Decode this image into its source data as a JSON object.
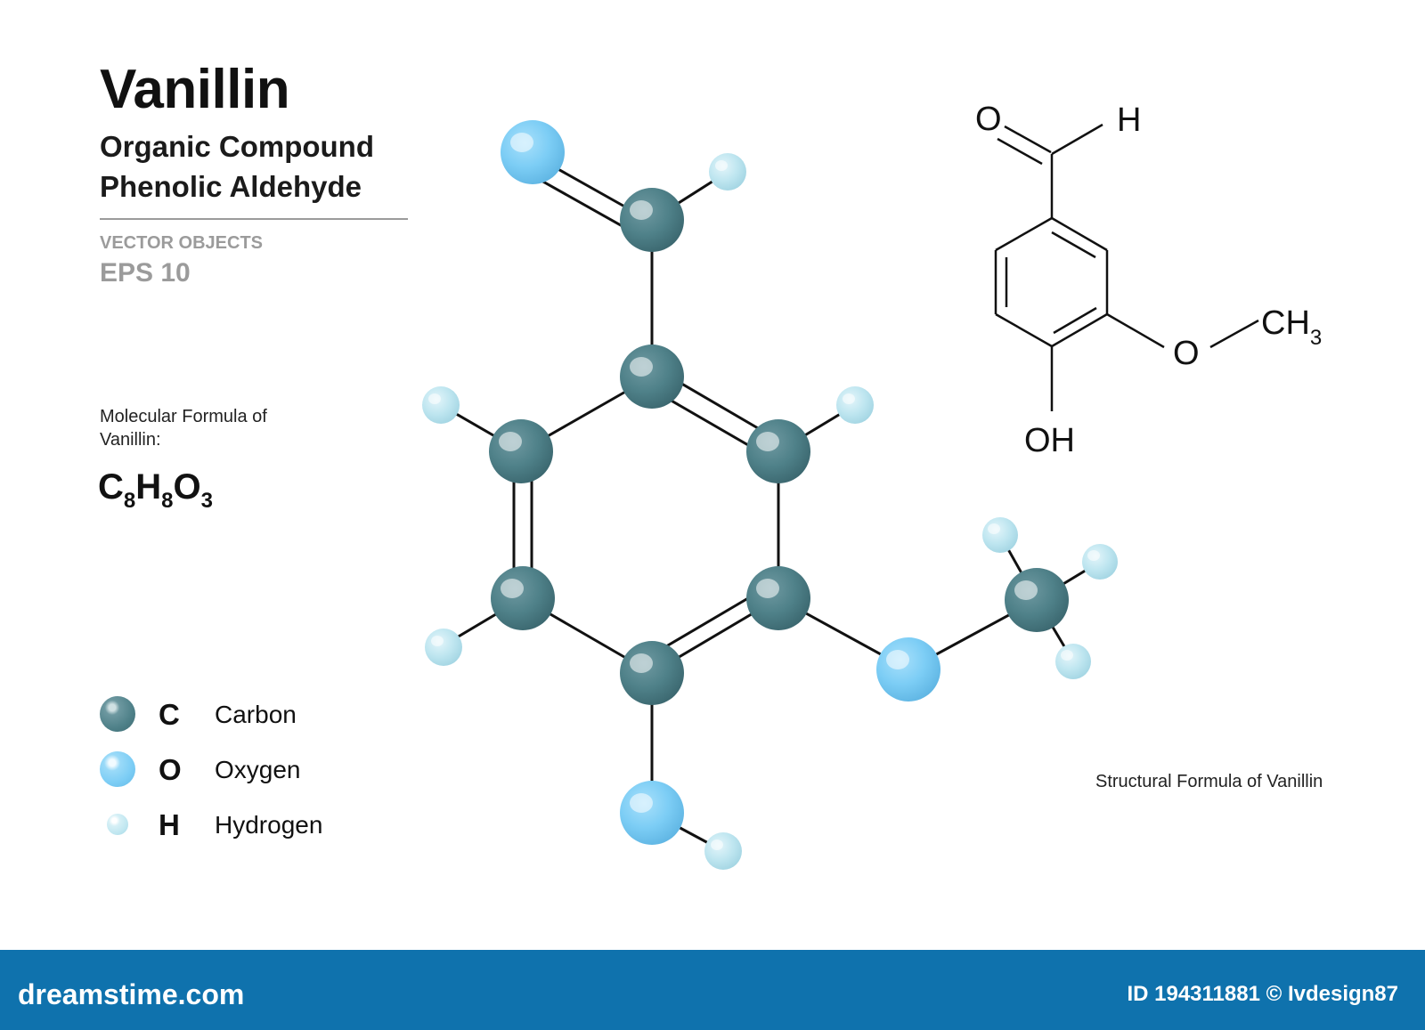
{
  "header": {
    "title": "Vanillin",
    "subtitle1": "Organic Compound",
    "subtitle2": "Phenolic Aldehyde",
    "vector_label": "VECTOR OBJECTS",
    "eps_label": "EPS 10"
  },
  "formula": {
    "label": "Molecular Formula of Vanillin:",
    "c": "C",
    "c_count": "8",
    "h": "H",
    "h_count": "8",
    "o": "O",
    "o_count": "3"
  },
  "legend": [
    {
      "symbol": "C",
      "name": "Carbon",
      "color": "#4f8189"
    },
    {
      "symbol": "O",
      "name": "Oxygen",
      "color": "#7ccdf5"
    },
    {
      "symbol": "H",
      "name": "Hydrogen",
      "color": "#bfe6f0"
    }
  ],
  "structural": {
    "label": "Structural  Formula of Vanillin",
    "aldehyde_o": "O",
    "aldehyde_h": "H",
    "ether_o": "O",
    "methyl_ch": "CH",
    "methyl_sub": "3",
    "hydroxyl": "OH"
  },
  "footer": {
    "brand": "dreamstime.com",
    "credit": "ID 194311881 © Ivdesign87",
    "color": "#0f72ad"
  }
}
